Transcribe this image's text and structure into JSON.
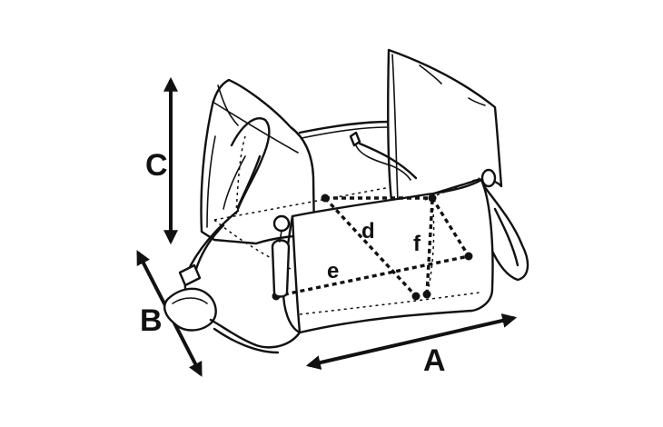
{
  "diagram": {
    "labels": {
      "A": "A",
      "B": "B",
      "C": "C",
      "d": "d",
      "e": "e",
      "f": "f"
    }
  }
}
